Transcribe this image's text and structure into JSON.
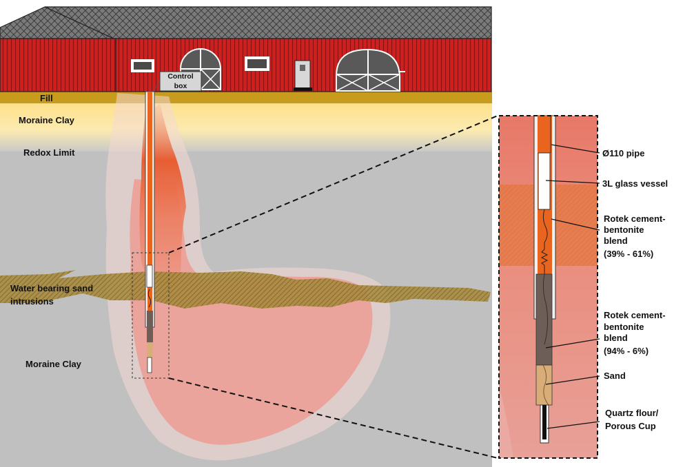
{
  "building": {
    "control_box_label_line1": "Control",
    "control_box_label_line2": "box"
  },
  "layers": {
    "fill": "Fill",
    "moraine_clay_top": "Moraine Clay",
    "redox_limit": "Redox Limit",
    "sand_intrusions_line1": "Water bearing sand",
    "sand_intrusions_line2": "intrusions",
    "moraine_clay_bottom": "Moraine Clay"
  },
  "detail_labels": {
    "pipe": "Ø110 pipe",
    "vessel": "3L glass vessel",
    "blend_upper_line1": "Rotek cement-",
    "blend_upper_line2": "bentonite",
    "blend_upper_line3": "blend",
    "blend_upper_line4": "(39% - 61%)",
    "blend_lower_line1": "Rotek cement-",
    "blend_lower_line2": "bentonite",
    "blend_lower_line3": "blend",
    "blend_lower_line4": "(94% - 6%)",
    "sand": "Sand",
    "cup_line1": "Quartz flour/",
    "cup_line2": "Porous Cup"
  },
  "colors": {
    "wall_red": "#cc1f1f",
    "roof_gray": "#7f7f7f",
    "fill_layer": "#c49a1c",
    "clay_yellow": "#fde79a",
    "ground_gray": "#c0c0c0",
    "plume_orange": "#e8572a",
    "plume_pink": "#ec9a90",
    "sand_hatch": "#8a7030",
    "pipe_orange": "#e8641f",
    "blend_dark": "#6e5e58",
    "sand_tan": "#d8ad78"
  }
}
